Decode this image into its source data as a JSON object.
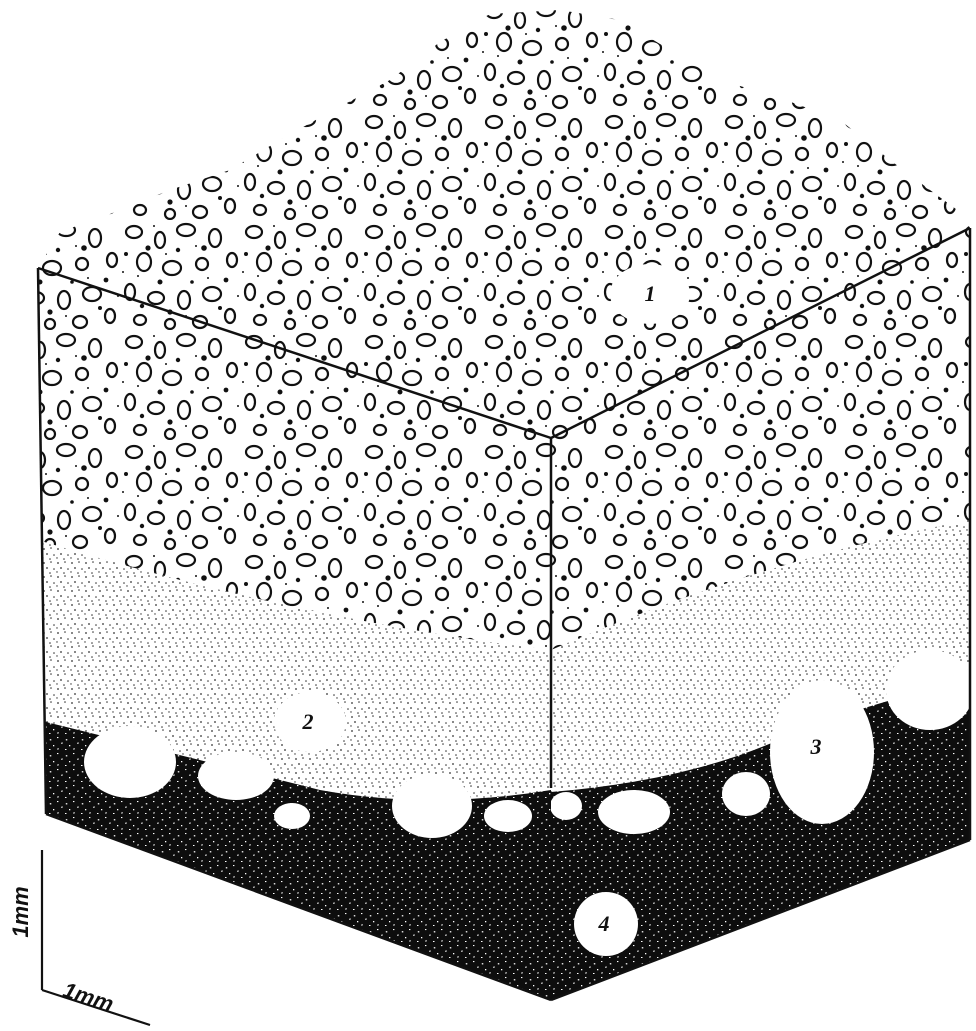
{
  "diagram": {
    "layer_labels": [
      "1",
      "2",
      "3",
      "4"
    ],
    "scale_bar": {
      "vertical_label": "1mm",
      "horizontal_label": "1mm"
    }
  }
}
